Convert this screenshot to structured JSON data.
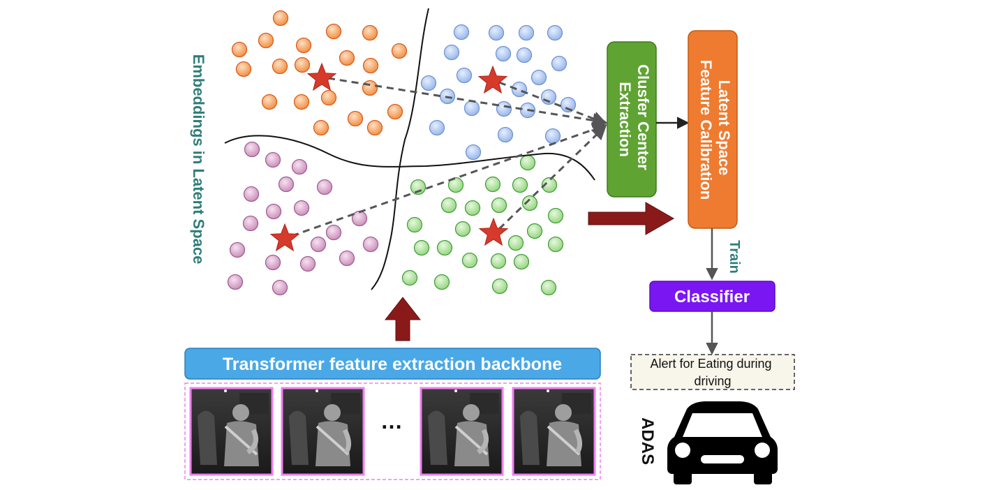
{
  "latent_space_label": "Embeddings in Latent Space",
  "cluster_box_label": [
    "Clusfer Center",
    "Extraction"
  ],
  "calibration_box_label": [
    "Latent Space",
    "Feature Calibration"
  ],
  "train_label": "Train",
  "classifier_label": "Classifier",
  "alert_label": [
    "Alert for Eating during",
    "driving"
  ],
  "adas_label": "ADAS",
  "backbone_label": "Transformer feature extraction backbone",
  "ellipsis": "…",
  "frames_count": 4,
  "colors": {
    "orange_point": "#f4a261",
    "orange_stroke": "#d8571a",
    "blue_point": "#aec6ee",
    "blue_stroke": "#6b8fd0",
    "pink_point": "#d8a8cc",
    "pink_stroke": "#9b5a8e",
    "green_point": "#b8e6a8",
    "green_stroke": "#3f9a36",
    "star": "#d63a2a",
    "cluster_box": "#5fa332",
    "calibration_box": "#ee7b30",
    "classifier_box": "#7a16f2",
    "backbone_box": "#4aa8e6",
    "dark_arrow": "#8a1a1a",
    "frames_border": "#f07ef0",
    "alert_bg": "#f8f5ea",
    "label_teal": "#2e7d7a"
  },
  "icons": [
    "star-icon",
    "car-icon"
  ]
}
